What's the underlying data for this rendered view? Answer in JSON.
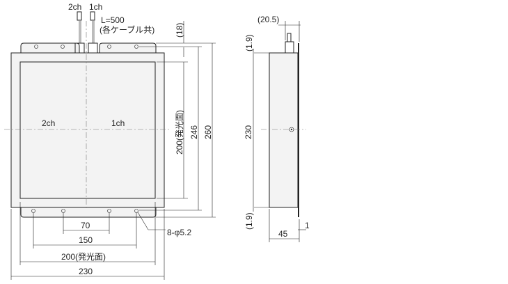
{
  "front_view": {
    "cable_labels": [
      "2ch",
      "1ch"
    ],
    "cable_length": "L=500",
    "cable_note": "(各ケーブル共)",
    "area_labels": [
      "2ch",
      "1ch"
    ],
    "hole_spec": "8-φ5.2",
    "dims_horizontal": [
      "70",
      "150",
      "200(発光面)",
      "230"
    ],
    "dims_vertical": [
      "(18)",
      "200(発光面)",
      "246",
      "260"
    ]
  },
  "side_view": {
    "dims": [
      "(20.5)",
      "(1.9)",
      "230",
      "(1.9)",
      "45",
      "1"
    ]
  }
}
